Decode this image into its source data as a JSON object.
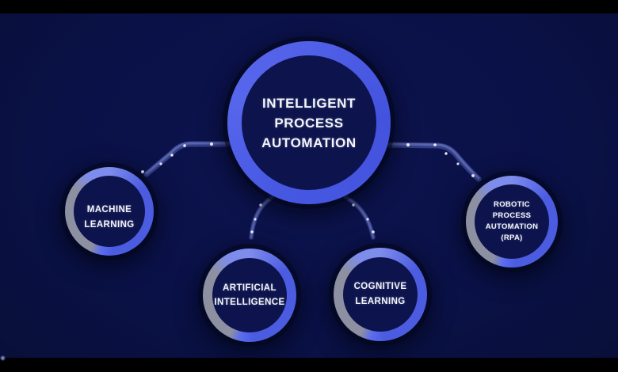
{
  "diagram": {
    "center": {
      "id": "intelligent-process-automation",
      "label": "INTELLIGENT\nPROCESS\nAUTOMATION"
    },
    "nodes": [
      {
        "id": "machine-learning",
        "label": "MACHINE\nLEARNING"
      },
      {
        "id": "artificial-intelligence",
        "label": "ARTIFICIAL\nINTELLIGENCE"
      },
      {
        "id": "cognitive-learning",
        "label": "COGNITIVE\nLEARNING"
      },
      {
        "id": "robotic-process-automation",
        "label": "ROBOTIC\nPROCESS\nAUTOMATION\n(RPA)"
      }
    ]
  },
  "colors": {
    "background": "#0a1147",
    "letterbox": "#000000",
    "ring-blue": "#4b5ce1",
    "ring-blue-light": "#7e8cec",
    "ring-gray": "#8d90a0",
    "node-fill": "#0d134c",
    "text": "#f3f5fb",
    "connector": "#6d7fe0",
    "dot": "#ffffff"
  }
}
